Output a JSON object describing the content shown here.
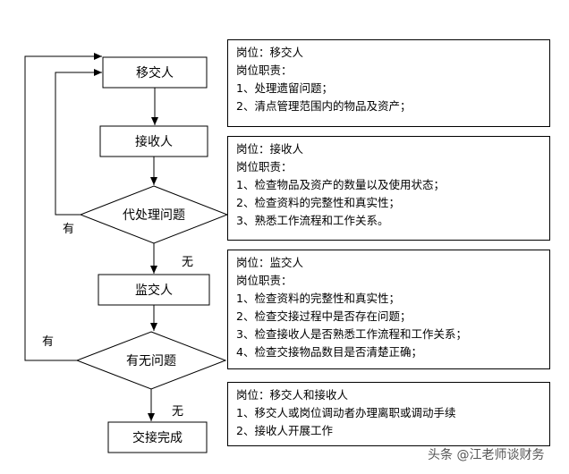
{
  "flow": {
    "nodes": {
      "handover": "移交人",
      "receiver": "接收人",
      "pending_issue": "代处理问题",
      "supervisor": "监交人",
      "any_issue": "有无问题",
      "completed": "交接完成"
    },
    "edges": {
      "pending_yes": "有",
      "pending_no": "无",
      "issue_yes": "有",
      "issue_no": "无"
    }
  },
  "duty_boxes": [
    {
      "lines": [
        "岗位：移交人",
        "岗位职责：",
        "1、处理遗留问题；",
        "2、清点管理范围内的物品及资产；"
      ]
    },
    {
      "lines": [
        "岗位：接收人",
        "岗位职责：",
        "1、检查物品及资产的数量以及使用状态；",
        "2、检查资料的完整性和真实性；",
        "3、熟悉工作流程和工作关系。"
      ]
    },
    {
      "lines": [
        "岗位：监交人",
        "岗位职责：",
        "1、检查资料的完整性和真实性；",
        "2、检查交接过程中是否存在问题；",
        "3、检查接收人是否熟悉工作流程和工作关系；",
        "4、检查交接物品数目是否清楚正确；"
      ]
    },
    {
      "lines": [
        "岗位：移交人和接收人",
        "1、移交人或岗位调动者办理离职或调动手续",
        "2、接收人开展工作"
      ]
    }
  ],
  "watermark": "头条 @江老师谈财务"
}
